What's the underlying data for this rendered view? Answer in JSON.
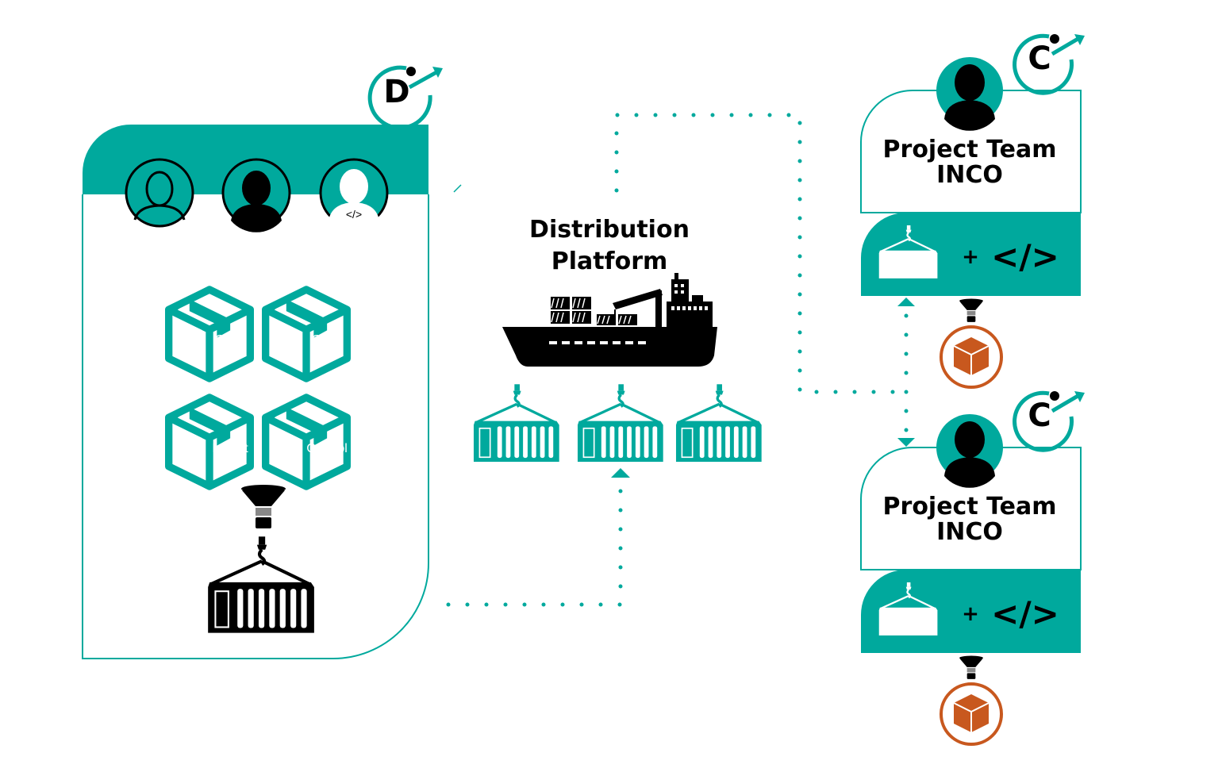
{
  "colors": {
    "teal": "#00a99d",
    "black": "#000000",
    "orange": "#c8581e",
    "white": "#ffffff"
  },
  "left_panel": {
    "badge_letter": "D",
    "avatars": [
      "user-outline-icon",
      "user-solid-icon",
      "developer-icon"
    ],
    "packages": [
      {
        "line1": "Code",
        "line2": "A"
      },
      {
        "line1": "Code",
        "line2": "B"
      },
      {
        "line1": "Import",
        "line2": "c"
      },
      {
        "line1": "Control",
        "line2": "D"
      }
    ],
    "funnel_icon": "funnel-icon",
    "container_icon": "container-crane-icon"
  },
  "center": {
    "title_line1": "Distribution",
    "title_line2": "Platform",
    "ship_icon": "cargo-ship-icon",
    "containers": [
      "container-icon",
      "container-icon",
      "container-icon"
    ]
  },
  "project_teams": [
    {
      "badge_letter": "C",
      "title_line1": "Project Team",
      "title_line2": "INCO",
      "plus": "+",
      "code_symbol": "</>"
    },
    {
      "badge_letter": "C",
      "title_line1": "Project Team",
      "title_line2": "INCO",
      "plus": "+",
      "code_symbol": "</>"
    }
  ]
}
